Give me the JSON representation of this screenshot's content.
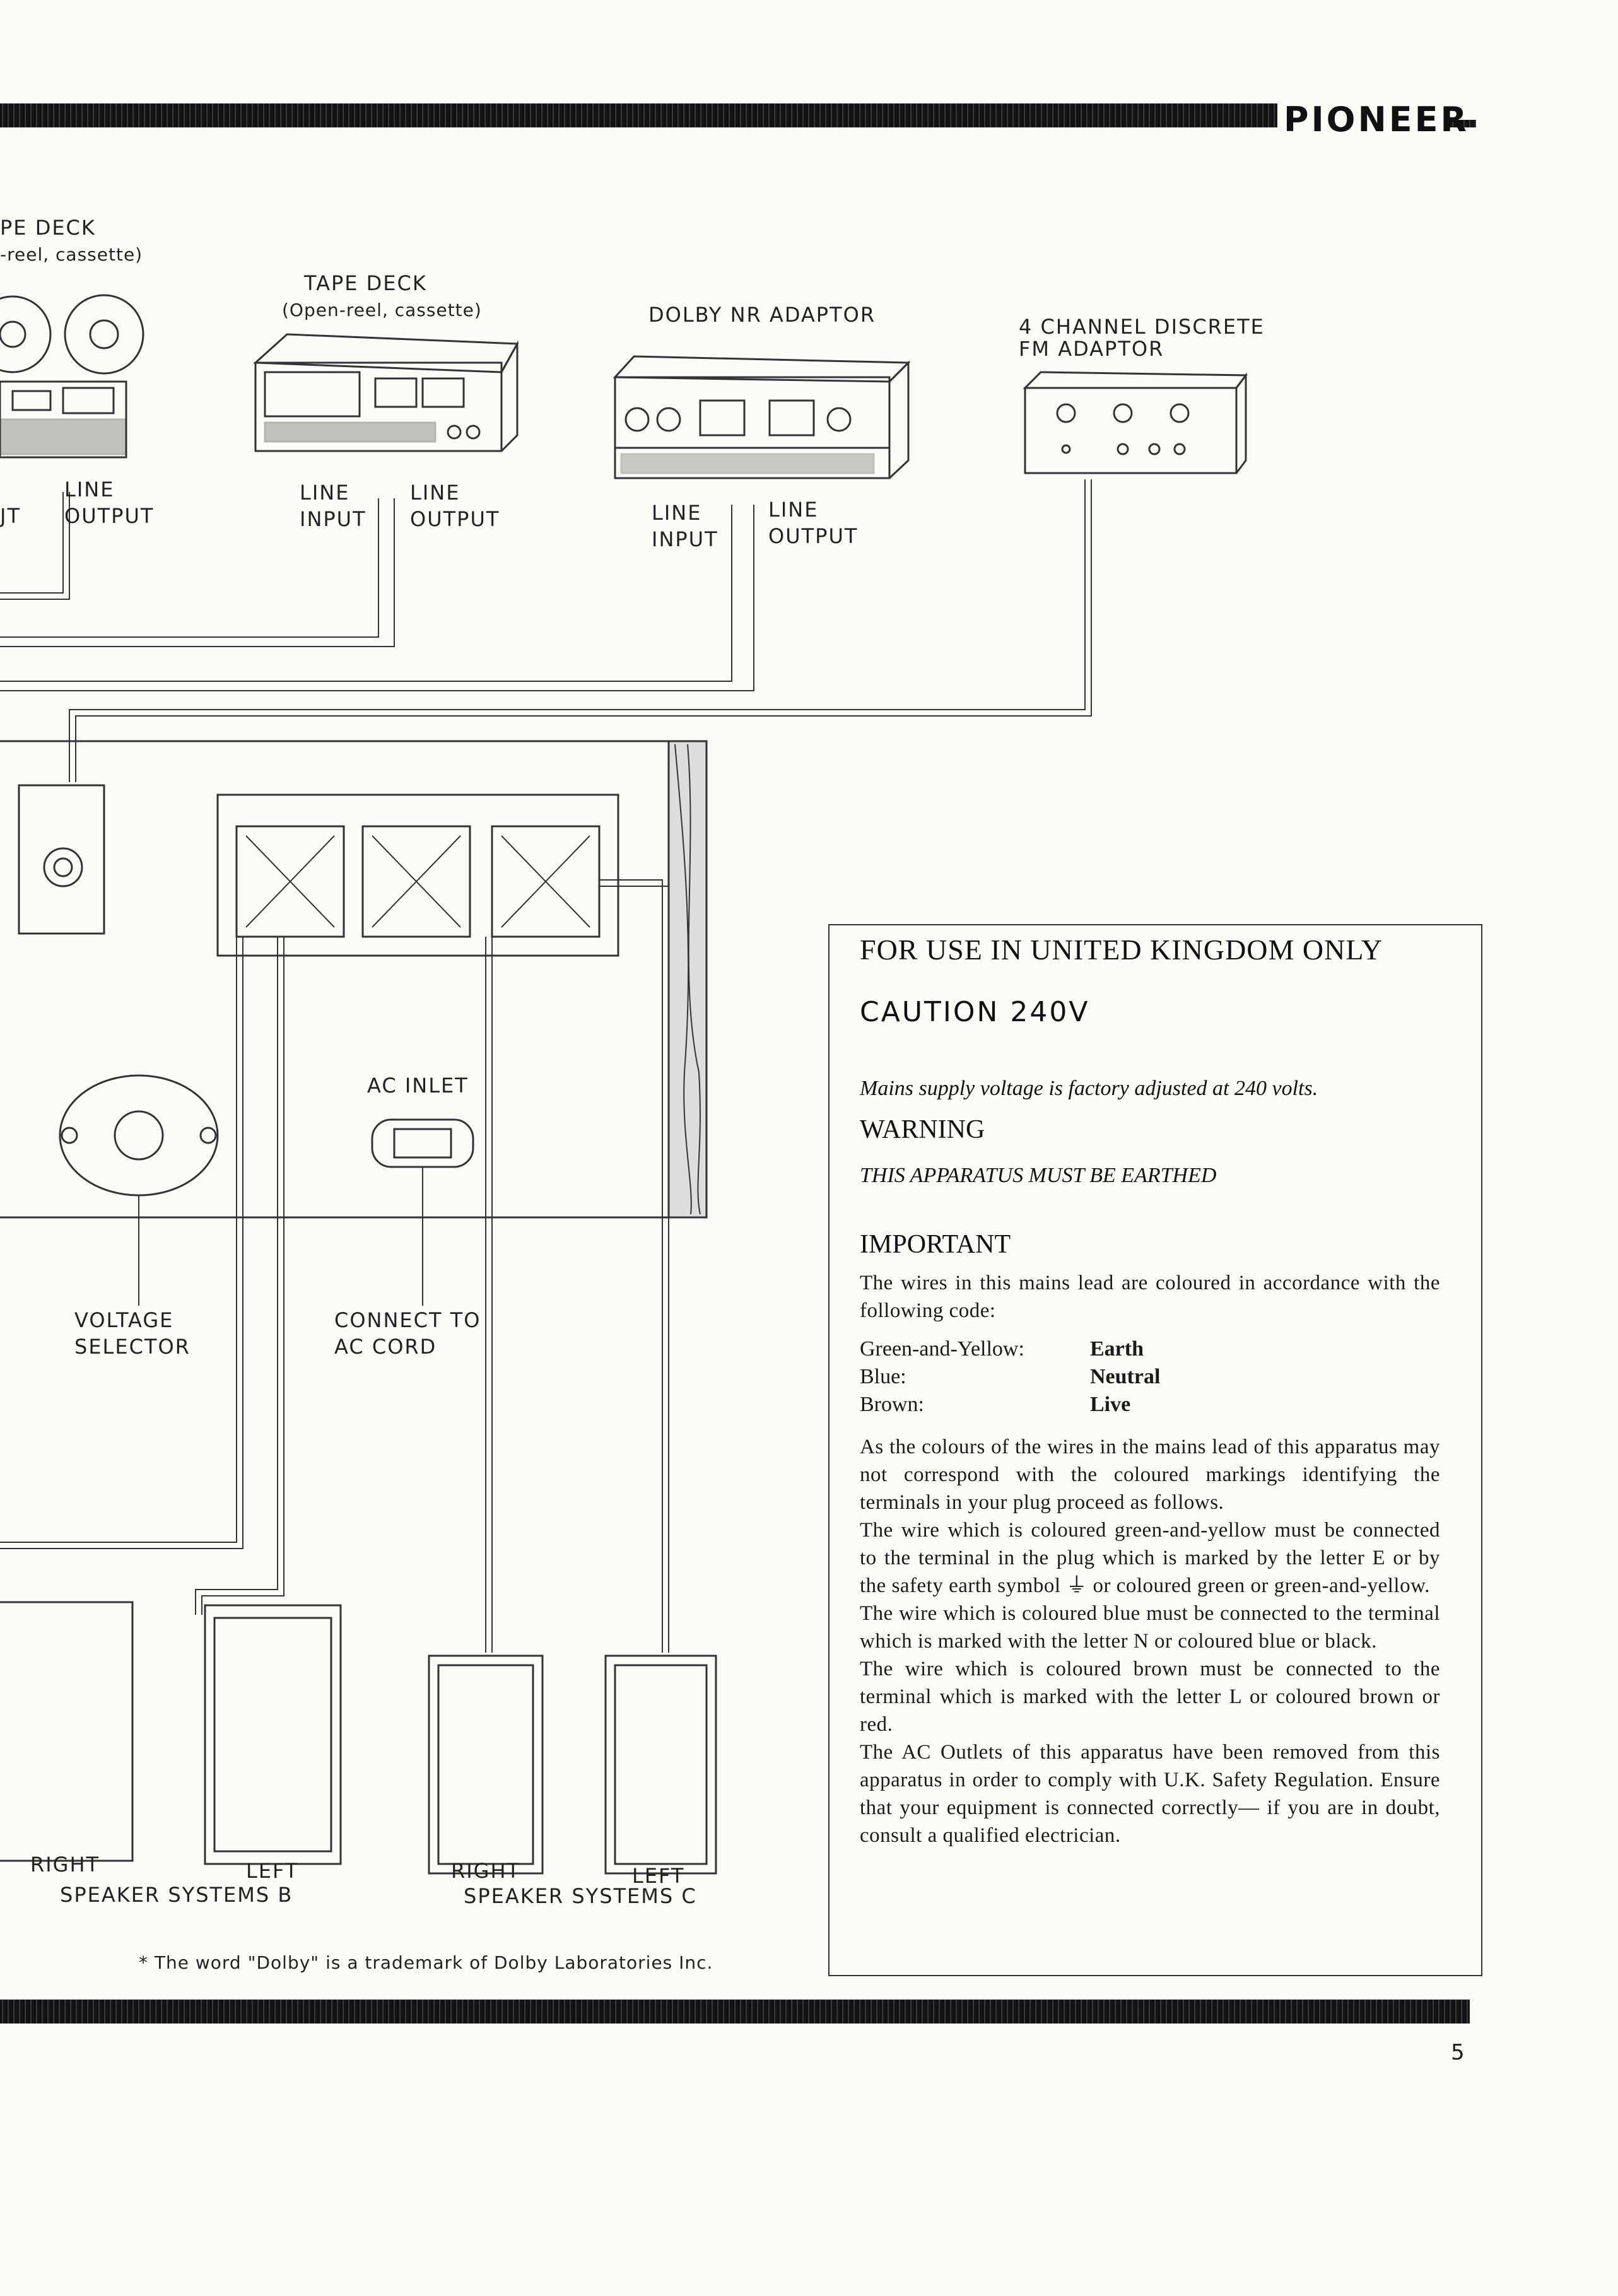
{
  "header": {
    "brand": "PIONEER"
  },
  "devices": {
    "tape_deck_1": {
      "title": "PE DECK",
      "subtitle": "-reel, cassette)",
      "line": "LINE",
      "output": "OUTPUT",
      "input_partial": "JT"
    },
    "tape_deck_2": {
      "title": "TAPE DECK",
      "subtitle": "(Open-reel, cassette)",
      "line_in": "LINE",
      "input": "INPUT",
      "line_out": "LINE",
      "output": "OUTPUT"
    },
    "dolby": {
      "title": "DOLBY NR ADAPTOR",
      "line_in": "LINE",
      "input": "INPUT",
      "line_out": "LINE",
      "output": "OUTPUT"
    },
    "fm_adaptor": {
      "title_1": "4 CHANNEL DISCRETE",
      "title_2": "FM ADAPTOR"
    }
  },
  "receiver": {
    "ac_inlet": "AC INLET",
    "voltage_selector_1": "VOLTAGE",
    "voltage_selector_2": "SELECTOR",
    "connect_1": "CONNECT TO",
    "connect_2": "AC CORD"
  },
  "speakers": {
    "b_right": "RIGHT",
    "b_left": "LEFT",
    "b_label": "SPEAKER SYSTEMS B",
    "c_right": "RIGHT",
    "c_left": "LEFT",
    "c_label": "SPEAKER SYSTEMS C"
  },
  "footnote": "* The word \"Dolby\" is a trademark of Dolby Laboratories Inc.",
  "uk_panel": {
    "heading": "FOR USE IN UNITED KINGDOM ONLY",
    "caution": "CAUTION 240V",
    "mains": "Mains supply voltage is factory adjusted at 240 volts.",
    "warning": "WARNING",
    "earthed": "THIS APPARATUS MUST BE EARTHED",
    "important": "IMPORTANT",
    "intro": "The wires in this mains lead are coloured in accordance with the following code:",
    "codes": [
      {
        "colour": "Green-and-Yellow:",
        "meaning": "Earth"
      },
      {
        "colour": "Blue:",
        "meaning": "Neutral"
      },
      {
        "colour": "Brown:",
        "meaning": "Live"
      }
    ],
    "para1": "As the colours of the wires in the mains lead of this apparatus may not correspond with the coloured markings identifying the terminals in your plug proceed as follows.",
    "para2": "The wire which is coloured green-and-yellow must be connected to the terminal in the plug which is marked by the letter E or by the safety earth symbol ⏚ or coloured green or green-and-yellow.",
    "para3": "The wire which is coloured blue must be connected to the terminal which is marked with the letter N or coloured blue or black.",
    "para4": "The wire which is coloured brown must be connected to the terminal which is marked with the letter L or coloured brown or red.",
    "para5": "The AC Outlets of this apparatus have been removed from this apparatus in order to comply with U.K. Safety Regulation. Ensure that your equipment is connected correctly— if you are in doubt, consult a qualified electrician."
  },
  "page_number": "5"
}
